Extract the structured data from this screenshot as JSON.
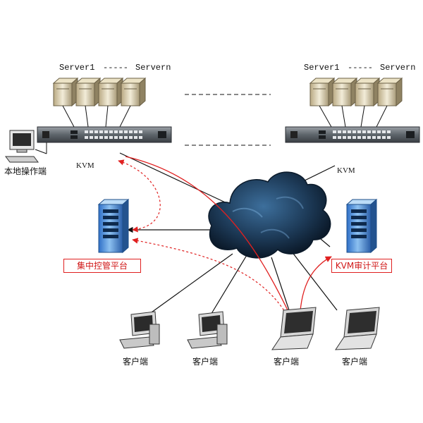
{
  "groups": [
    {
      "server_first": "Server1",
      "server_dash": "-----",
      "server_last": "Servern",
      "kvm_label": "KVM"
    },
    {
      "server_first": "Server1",
      "server_dash": "-----",
      "server_last": "Servern",
      "kvm_label": "KVM"
    }
  ],
  "local_console_label": "本地操作端",
  "management_platform_label": "集中控管平台",
  "audit_platform_label": "KVM审计平台",
  "clients": [
    "客户端",
    "客户端",
    "客户端",
    "客户端"
  ],
  "colors": {
    "red_link": "#e02020",
    "black_link": "#111111",
    "cloud": "#1e3c5a"
  }
}
